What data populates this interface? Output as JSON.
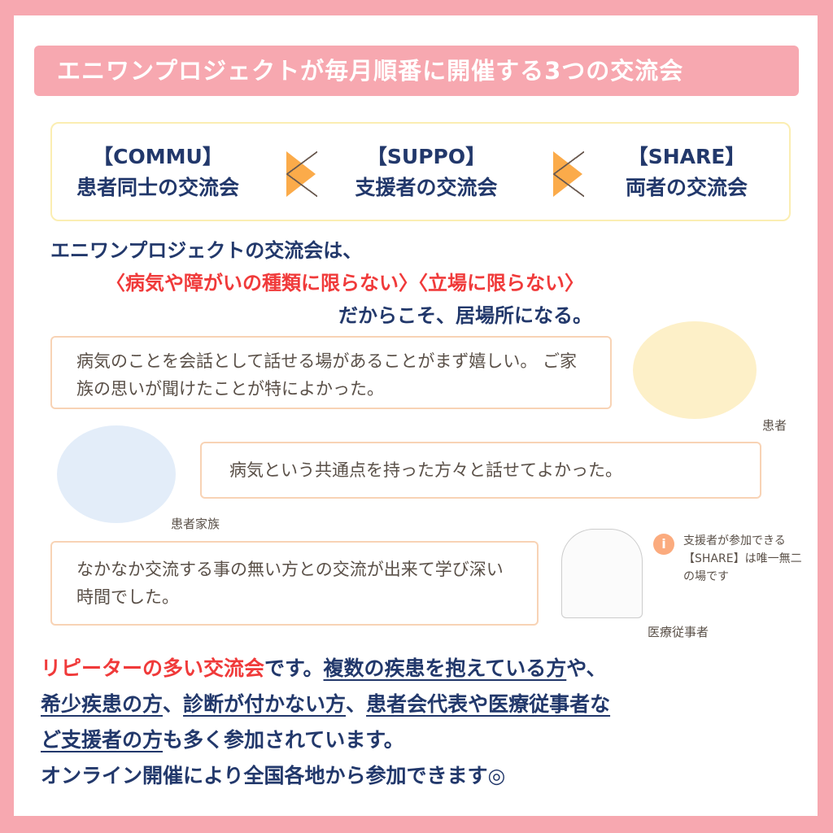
{
  "banner": {
    "title": "エニワンプロジェクトが毎月順番に開催する3つの交流会"
  },
  "flow": [
    {
      "code": "【COMMU】",
      "desc": "患者同士の交流会"
    },
    {
      "code": "【SUPPO】",
      "desc": "支援者の交流会"
    },
    {
      "code": "【SHARE】",
      "desc": "両者の交流会"
    }
  ],
  "intro": {
    "line1": "エニワンプロジェクトの交流会は、",
    "line2": "〈病気や障がいの種類に限らない〉〈立場に限らない〉",
    "line3": "だからこそ、居場所になる。"
  },
  "testimonials": [
    {
      "text": "病気のことを会話として話せる場があることがまず嬉しい。 ご家族の思いが聞けたことが特によかった。",
      "speaker": "患者"
    },
    {
      "text": "病気という共通点を持った方々と話せてよかった。",
      "speaker": "患者家族"
    },
    {
      "text": "なかなか交流する事の無い方との交流が出来て学び深い時間でした。",
      "speaker": "医療従事者"
    }
  ],
  "note": {
    "icon": "info-icon",
    "text": "支援者が参加できる【SHARE】は唯一無二の場です"
  },
  "bottom": {
    "p1": "リピーターの多い交流会",
    "p2": "です。",
    "p3": "複数の疾患を抱えている方",
    "p4": "や、",
    "p5": "希少疾患の方",
    "p6": "、",
    "p7": "診断が付かない方",
    "p8": "、",
    "p9": "患者会代表や医療従事者な",
    "p10": "ど支援者の方",
    "p11": "も多く参加されています。",
    "p12": "オンライン開催により全国各地から参加できます◎"
  },
  "colors": {
    "pink": "#f7a8b0",
    "navy": "#22386b",
    "red": "#f03a3a",
    "orange": "#fbab4a"
  }
}
